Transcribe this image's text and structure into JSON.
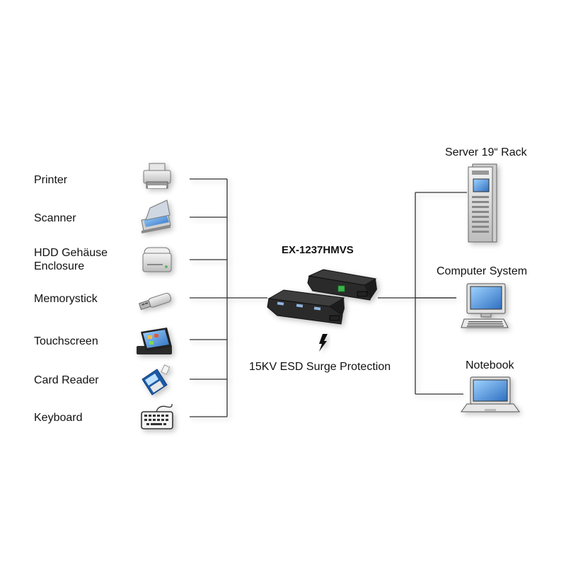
{
  "devices_left": [
    {
      "label": "Printer",
      "icon": "printer-icon"
    },
    {
      "label": "Scanner",
      "icon": "scanner-icon"
    },
    {
      "label_lines": [
        "HDD Gehäuse",
        "Enclosure"
      ],
      "icon": "hdd-enclosure-icon"
    },
    {
      "label": "Memorystick",
      "icon": "memorystick-icon"
    },
    {
      "label": "Touchscreen",
      "icon": "touchscreen-icon"
    },
    {
      "label": "Card Reader",
      "icon": "card-reader-icon"
    },
    {
      "label": "Keyboard",
      "icon": "keyboard-icon"
    }
  ],
  "hub": {
    "model": "EX-1237HMVS",
    "protection": "15KV ESD Surge Protection",
    "icon": "usb-hub-icon",
    "surge_icon": "lightning-icon"
  },
  "devices_right": [
    {
      "label": "Server 19“ Rack",
      "icon": "server-rack-icon"
    },
    {
      "label": "Computer System",
      "icon": "desktop-computer-icon"
    },
    {
      "label": "Notebook",
      "icon": "notebook-icon"
    }
  ],
  "colors": {
    "line": "#333333",
    "device_dark": "#2a2a2a",
    "screen_blue": "#3a78c8",
    "light_gray": "#d9d9d9"
  }
}
